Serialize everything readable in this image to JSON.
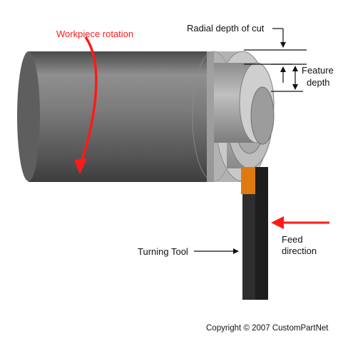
{
  "labels": {
    "workpiece_rotation": "Workpiece rotation",
    "radial_depth_of_cut": "Radial depth of cut",
    "feature_depth_line1": "Feature",
    "feature_depth_line2": "depth",
    "turning_tool": "Turning Tool",
    "feed_direction_line1": "Feed",
    "feed_direction_line2": "direction",
    "copyright": "Copyright © 2007 CustomPartNet"
  },
  "colors": {
    "annotation_red": "#ff1a1a",
    "tool_insert": "#e07a10",
    "tool_body": "#2e2e2e",
    "workpiece": "#7a7a7a",
    "text": "#111111"
  },
  "icons": {
    "rotation_arrow": "curved-arrow-icon",
    "feed_arrow": "left-arrow-icon"
  }
}
